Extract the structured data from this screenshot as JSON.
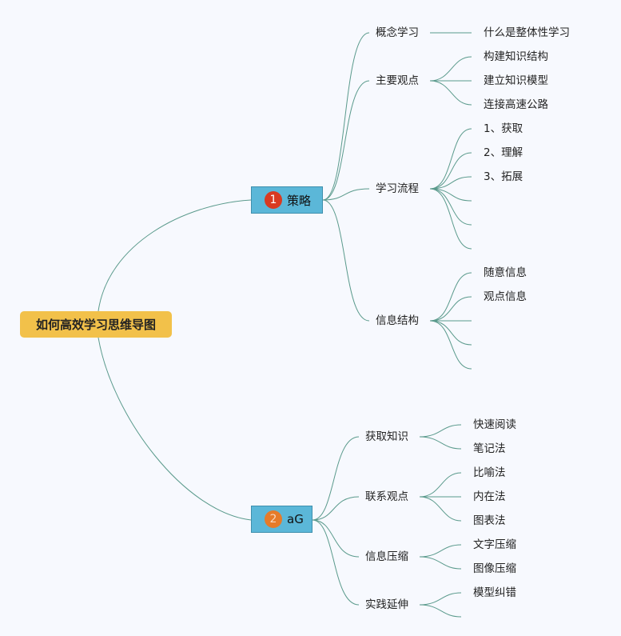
{
  "root": {
    "label": "如何高效学习思维导图",
    "color": "#f2c14a"
  },
  "branches": [
    {
      "badge": "1",
      "badge_color": "#d93a21",
      "label": "策略",
      "children": [
        {
          "label": "概念学习",
          "children": [
            "什么是整体性学习"
          ]
        },
        {
          "label": "主要观点",
          "children": [
            "构建知识结构",
            "建立知识模型",
            "连接高速公路"
          ]
        },
        {
          "label": "学习流程",
          "children": [
            "1、获取",
            "2、理解",
            "3、拓展",
            "",
            "",
            ""
          ]
        },
        {
          "label": "信息结构",
          "children": [
            "随意信息",
            "观点信息",
            "",
            "",
            ""
          ]
        }
      ]
    },
    {
      "badge": "2",
      "badge_color": "#e67b29",
      "label": "aG",
      "children": [
        {
          "label": "获取知识",
          "children": [
            "快速阅读",
            "笔记法"
          ]
        },
        {
          "label": "联系观点",
          "children": [
            "比喻法",
            "内在法",
            "图表法"
          ]
        },
        {
          "label": "信息压缩",
          "children": [
            "文字压缩",
            "图像压缩"
          ]
        },
        {
          "label": "实践延伸",
          "children": [
            "模型纠错",
            ""
          ]
        }
      ]
    }
  ],
  "colors": {
    "link": "#5a9a8c",
    "main_node": "#5bb7d8",
    "background": "#f7f9fe"
  }
}
